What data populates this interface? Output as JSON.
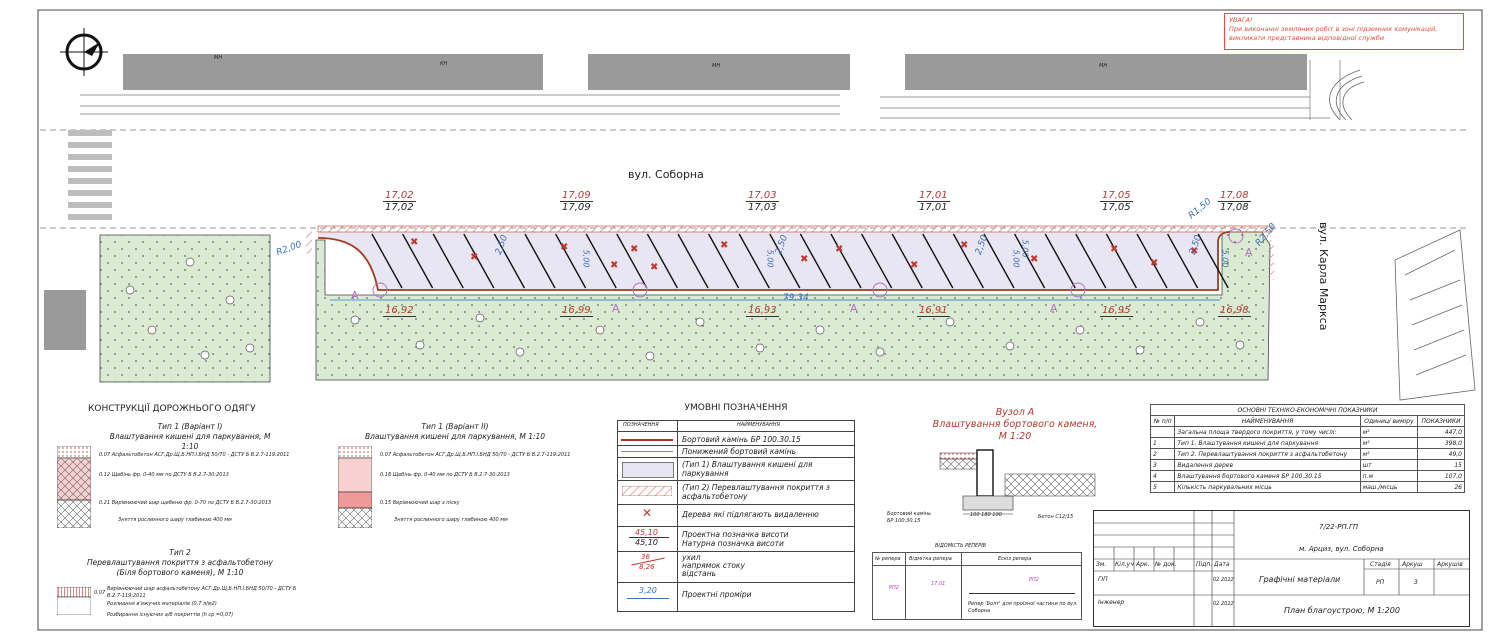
{
  "warning": {
    "title": "УВАГА!",
    "text1": "При виконанні земляних робіт в зоні підземних комунікацій,",
    "text2": "викликати представника відповідної служби"
  },
  "map": {
    "street_main": "вул. Соборна",
    "street_side": "вул. Карла Маркса",
    "building_labels": [
      "МН",
      "КН",
      "МН",
      "МН"
    ],
    "radii": [
      "R2,00",
      "R1,50",
      "R2,50"
    ],
    "slopes": [
      "2,50",
      "2,50",
      "2,50",
      "2,50"
    ],
    "widths": [
      "5,00",
      "5,00",
      "5,00",
      "5,00",
      "5,00"
    ],
    "length": "79,34",
    "pairs": [
      {
        "proj": "17,02",
        "nat": "17,02"
      },
      {
        "proj": "17,09",
        "nat": "17,09"
      },
      {
        "proj": "17,03",
        "nat": "17,03"
      },
      {
        "proj": "17,01",
        "nat": "17,01"
      },
      {
        "proj": "17,05",
        "nat": "17,05"
      },
      {
        "proj": "17,08",
        "nat": "17,08"
      }
    ],
    "low_marks": [
      "16,92",
      "16,99",
      "16,93",
      "16,91",
      "16,95",
      "16,98"
    ],
    "node_letter": "А"
  },
  "constructions": {
    "title": "КОНСТРУКЦІЇ ДОРОЖНЬОГО ОДЯГУ",
    "v1_title": "Тип 1 (Варіант І)",
    "v1_sub": "Влаштування кишені для паркування, М 1:10",
    "v1_layers": [
      "0.07 Асфальтобетон АСГ.Др.Щ.Б.НП.І.БНД 50/70 - ДСТУ Б В.2.7-119:2011",
      "0.12 Щебінь фр. 0-40 мм по ДСТУ Б В.2.7-30:2013",
      "0.21 Вирівнюючий шар щебеню фр. 0-70 по ДСТУ Б В.2.7-30:2013",
      "Зняття рослинного шару глибиною 400 мм"
    ],
    "v2_title": "Тип 1 (Варіант ІІ)",
    "v2_sub": "Влаштування кишені для паркування, М 1:10",
    "v2_layers": [
      "0.07 Асфальтобетон АСГ.Др.Щ.Б.НП.І.БНД 50/70 - ДСТУ Б В.2.7-119:2011",
      "0.18 Щебінь фр. 0-40 мм по ДСТУ Б В.2.7-30:2013",
      "0.15 Вирівнюючий шар з піску",
      "Зняття рослинного шару глибиною 400 мм"
    ],
    "t2_title": "Тип 2",
    "t2_sub1": "Перевлаштування покриття з асфальтобетону",
    "t2_sub2": "(Біля бортового каменя), М 1:10",
    "t2_layers": [
      "Вирівнюючий шар асфальтобетону АСГ.Др.Щ.Б.НП.І.БНД 50/70 - ДСТУ Б В.2.7-119:2011",
      "Розлиання в'яжучих матеріалів (0,7 л/м2)",
      "Розбирання існуючих а/б покриттів (h ср =0,07)"
    ],
    "t2_thick": "0.07"
  },
  "legend": {
    "title": "УМОВНІ ПОЗНАЧЕННЯ",
    "col1": "ПОЗНАЧЕННЯ",
    "col2": "НАЙМЕНУВАННЯ",
    "items": [
      "Бортовий камінь БР 100.30.15",
      "Понижений бортовий камінь",
      "(Тип 1) Влаштування кишені для паркування",
      "(Тип 2) Перевлаштування покриття з асфальтобетону",
      "Дерева які підлягають видаленню",
      "Проектна позначка висоти",
      "Натурна позначка висоти",
      "ухил",
      "напрямок стоку",
      "відстань",
      "Проектні проміри"
    ],
    "sample_proj": "45,10",
    "sample_nat": "45,10",
    "sample_slope": "36",
    "sample_dist": "8,26",
    "sample_dim": "3,20"
  },
  "node": {
    "title1": "Вузол А",
    "title2": "Влаштування бортового каменя,",
    "title3": "М 1:20",
    "curb": "Бортовий камінь",
    "curb2": "БР 100.30.15",
    "concrete": "Бетон С12/15",
    "dims": "100  180  100"
  },
  "benchmarks": {
    "title": "ВІДОМІСТЬ РЕПЕРІВ",
    "col1": "№ репера",
    "col2": "Відмітка репера",
    "col3": "Ескіз репера",
    "id": "РП2",
    "value": "17,01",
    "note": "Репер 'Болт' для проїзної частини по вул. Соборна"
  },
  "tep": {
    "title": "ОСНОВНІ ТЕХНІКО-ЕКОНОМІЧНІ ПОКАЗНИКИ",
    "h1": "№ п/п",
    "h2": "НАЙМЕНУВАННЯ",
    "h3": "Одиниці виміру",
    "h4": "ПОКАЗНИКИ",
    "rows": [
      {
        "n": "",
        "name": "Загальна площа твердого покриття, у тому числі:",
        "unit": "м²",
        "val": "447,0"
      },
      {
        "n": "1",
        "name": "Тип 1. Влаштування кишені для паркування",
        "unit": "м²",
        "val": "398,0"
      },
      {
        "n": "2",
        "name": "Тип 2. Перевлаштування покриття з асфальтобетону",
        "unit": "м²",
        "val": "49,0"
      },
      {
        "n": "3",
        "name": "Видалення дерев",
        "unit": "шт",
        "val": "15"
      },
      {
        "n": "4",
        "name": "Влаштування бортового каменя БР 100.30.15",
        "unit": "п.м",
        "val": "107,0"
      },
      {
        "n": "5",
        "name": "Кількість паркувальних місць",
        "unit": "маш./місць",
        "val": "26"
      }
    ]
  },
  "stamp": {
    "code": "7/22-РП.ГП",
    "place": "м. Арциз, вул. Соборна",
    "section": "Графічні матеріали",
    "sheet_title": "План благоустрою, М 1:200",
    "h_izm": "Зм.",
    "h_kil": "Кіл.уч",
    "h_ark": "Арк.",
    "h_doc": "№ док.",
    "h_sign": "Підп.",
    "h_date": "Дата",
    "role1": "ГІП",
    "role2": "Інженер",
    "date1": "02.2022",
    "date2": "02.2022",
    "stage_h": "Стадія",
    "sheet_h": "Аркуш",
    "sheets_h": "Аркушів",
    "stage": "РП",
    "sheet": "3"
  }
}
